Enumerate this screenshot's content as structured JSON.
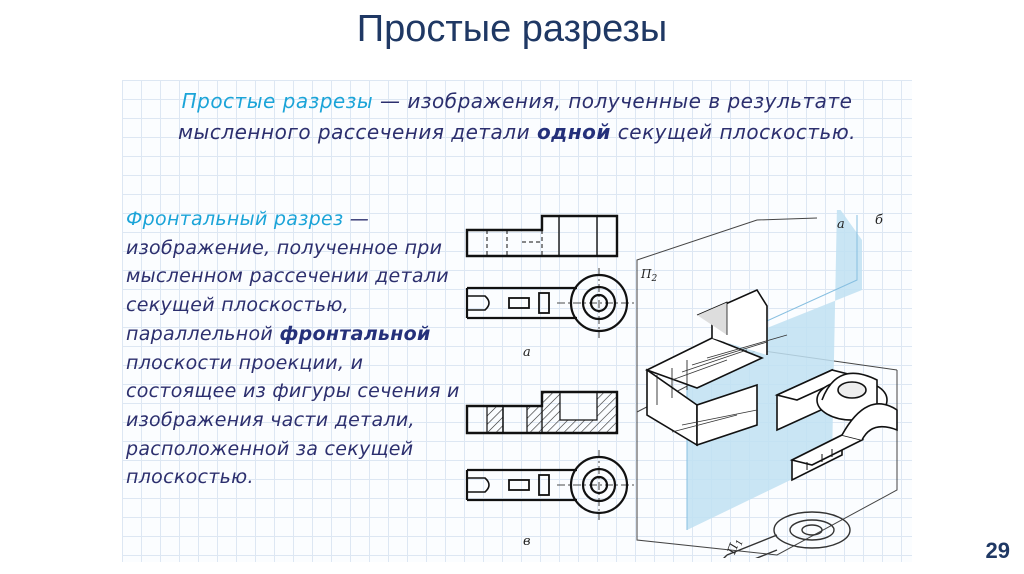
{
  "slide": {
    "title": "Простые разрезы",
    "page_number": "29"
  },
  "definition": {
    "lead": "Простые разрезы",
    "dash": " — ",
    "text1": "изображения, полученные в результате  мысленного рассечения детали ",
    "emph": "одной",
    "text2": " секущей плоскостью."
  },
  "frontal": {
    "lead": "Фронтальный разрез",
    "dash": " —",
    "text1": " изображение, полученное при мысленном рассечении детали секущей плоскостью, параллельной ",
    "emph": "фронтальной",
    "text2": " плоскости проекции, и состоящее из фигуры сечения и изображения части детали, расположенной за секущей плоскостью."
  },
  "figure": {
    "label_a_upper": "а",
    "label_v_lower": "в",
    "label_a_iso": "а",
    "label_b_iso": "б",
    "label_p2": "П",
    "label_p2_sub": "2",
    "label_p1": "П",
    "label_p1_sub": "1"
  },
  "colors": {
    "title": "#1f3864",
    "lead_text": "#1ba4d8",
    "body_text": "#2c2f6e",
    "plane_fill": "#bfe0f2"
  }
}
